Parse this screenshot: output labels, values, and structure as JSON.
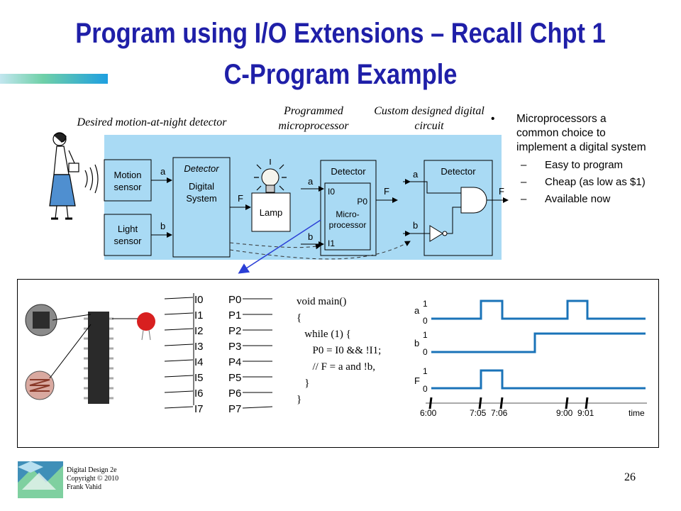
{
  "title": {
    "line1": "Program using I/O Extensions – Recall Chpt 1",
    "line2": "C-Program Example"
  },
  "captions": {
    "desired": "Desired motion-at-night detector",
    "programmed": "Programmed microprocessor",
    "custom": "Custom designed digital circuit"
  },
  "bullets": {
    "main": "Microprocessors a common choice to implement a digital system",
    "sub": [
      "Easy to program",
      "Cheap (as low as $1)",
      "Available now"
    ]
  },
  "diagram1": {
    "motion_sensor": [
      "Motion",
      "sensor"
    ],
    "light_sensor": [
      "Light",
      "sensor"
    ],
    "detector_title": "Detector",
    "digital_system": [
      "Digital",
      "System"
    ],
    "signal_a": "a",
    "signal_b": "b",
    "signal_f": "F",
    "lamp": "Lamp"
  },
  "diagram2": {
    "detector_title": "Detector",
    "pin_i0": "I0",
    "pin_p0": "P0",
    "pin_i1": "I1",
    "micro": [
      "Micro-",
      "processor"
    ],
    "signal_a": "a",
    "signal_b": "b",
    "signal_f": "F"
  },
  "diagram3": {
    "detector_title": "Detector",
    "signal_a": "a",
    "signal_b": "b",
    "signal_f": "F"
  },
  "pins": {
    "inputs": [
      "I0",
      "I1",
      "I2",
      "I3",
      "I4",
      "I5",
      "I6",
      "I7"
    ],
    "outputs": [
      "P0",
      "P1",
      "P2",
      "P3",
      "P4",
      "P5",
      "P6",
      "P7"
    ]
  },
  "code": {
    "lines": [
      "void main()",
      "{",
      "   while (1) {",
      "      P0 = I0 && !I1;",
      "      // F = a and !b,",
      "   }",
      "}"
    ]
  },
  "timing": {
    "signals": [
      {
        "name": "a",
        "high": "1",
        "low": "0"
      },
      {
        "name": "b",
        "high": "1",
        "low": "0"
      },
      {
        "name": "F",
        "high": "1",
        "low": "0"
      }
    ],
    "time_labels": [
      "6:00",
      "7:05",
      "7:06",
      "9:00",
      "9:01"
    ],
    "time_label": "time"
  },
  "footer": {
    "credit": [
      "Digital Design 2e",
      "Copyright © 2010",
      "Frank Vahid"
    ],
    "page_number": "26"
  },
  "colors": {
    "title": "#1f1fa8",
    "diagram_fill": "#a9daf4",
    "wire": "#1a73b8",
    "arrow": "#2b3fd6"
  }
}
